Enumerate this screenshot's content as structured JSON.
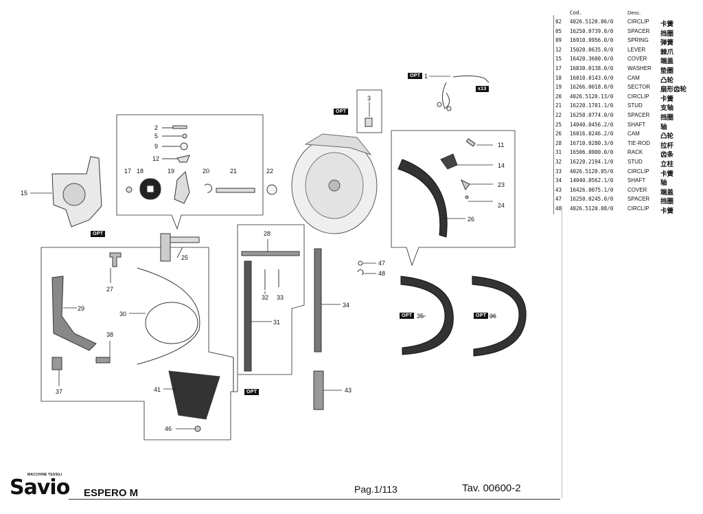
{
  "table": {
    "col_code": "Cod.",
    "col_desc": "Desc.",
    "rows": [
      {
        "pos": "02",
        "code": "4026.5120.06/0",
        "desc": "CIRCLIP",
        "desc_zh": "卡簧"
      },
      {
        "pos": "05",
        "code": "16250.0739.0/0",
        "desc": "SPACER",
        "desc_zh": "挡圈"
      },
      {
        "pos": "09",
        "code": "16910.0956.0/0",
        "desc": "SPRING",
        "desc_zh": "弹簧"
      },
      {
        "pos": "12",
        "code": "15020.0635.0/0",
        "desc": "LEVER",
        "desc_zh": "棘爪"
      },
      {
        "pos": "15",
        "code": "16420.3600.0/0",
        "desc": "COVER",
        "desc_zh": "端盖"
      },
      {
        "pos": "17",
        "code": "16830.0138.0/0",
        "desc": "WASHER",
        "desc_zh": "垫圈"
      },
      {
        "pos": "18",
        "code": "16010.0143.0/0",
        "desc": "CAM",
        "desc_zh": "凸轮"
      },
      {
        "pos": "19",
        "code": "16266.0018.0/0",
        "desc": "SECTOR",
        "desc_zh": "扇形齿轮"
      },
      {
        "pos": "20",
        "code": "4026.5120.13/0",
        "desc": "CIRCLIP",
        "desc_zh": "卡簧"
      },
      {
        "pos": "21",
        "code": "16220.1701.1/0",
        "desc": "STUD",
        "desc_zh": "支轴"
      },
      {
        "pos": "22",
        "code": "16250.0774.0/0",
        "desc": "SPACER",
        "desc_zh": "挡圈"
      },
      {
        "pos": "25",
        "code": "14040.0456.2/0",
        "desc": "SHAFT",
        "desc_zh": "轴"
      },
      {
        "pos": "26",
        "code": "16016.0246.2/0",
        "desc": "CAM",
        "desc_zh": "凸轮"
      },
      {
        "pos": "28",
        "code": "16710.0280.3/0",
        "desc": "TIE-ROD",
        "desc_zh": "拉杆"
      },
      {
        "pos": "31",
        "code": "16506.0000.0/0",
        "desc": "RACK",
        "desc_zh": "齿条"
      },
      {
        "pos": "32",
        "code": "16220.2194.1/0",
        "desc": "STUD",
        "desc_zh": "立柱"
      },
      {
        "pos": "33",
        "code": "4026.5120.05/0",
        "desc": "CIRCLIP",
        "desc_zh": "卡簧"
      },
      {
        "pos": "34",
        "code": "14040.0562.1/0",
        "desc": "SHAFT",
        "desc_zh": "轴"
      },
      {
        "pos": "43",
        "code": "16426.0075.1/0",
        "desc": "COVER",
        "desc_zh": "端盖"
      },
      {
        "pos": "47",
        "code": "16250.0245.0/0",
        "desc": "SPACER",
        "desc_zh": "挡圈"
      },
      {
        "pos": "48",
        "code": "4026.5120.08/0",
        "desc": "CIRCLIP",
        "desc_zh": "卡簧"
      }
    ]
  },
  "diagram": {
    "opt_label": "OPT",
    "multiplier": "x13",
    "callouts": [
      "1",
      "2",
      "3",
      "5",
      "9",
      "11",
      "12",
      "14",
      "15",
      "17",
      "18",
      "19",
      "20",
      "21",
      "22",
      "23",
      "24",
      "25",
      "26",
      "27",
      "28",
      "29",
      "30",
      "31",
      "32",
      "33",
      "34",
      "35",
      "36",
      "37",
      "38",
      "41",
      "43",
      "46",
      "47",
      "48"
    ]
  },
  "footer": {
    "brand": "Savio",
    "brand_tagline": "MACCHINE TESSILI",
    "machine": "ESPERO M",
    "page": "Pag.1/113",
    "table_ref": "Tav. 00600-2"
  }
}
